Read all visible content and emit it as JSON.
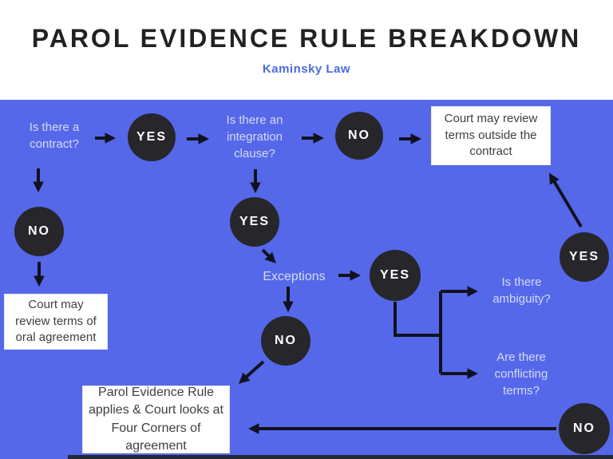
{
  "header": {
    "title": "PAROL EVIDENCE RULE BREAKDOWN",
    "subtitle": "Kaminsky Law"
  },
  "colors": {
    "background": "#5568ea",
    "header_bg": "#ffffff",
    "node": "#27272b",
    "node_text": "#ffffff",
    "question_text": "#d3dcf2",
    "box_bg": "#ffffff",
    "box_text": "#3f3f42",
    "arrow": "#12121e",
    "accent": "#4a6be0",
    "title": "#222222",
    "bottom_bar": "#232838"
  },
  "flowchart": {
    "questions": {
      "contract": "Is there a contract?",
      "integration": "Is there an integration clause?",
      "exceptions": "Exceptions",
      "ambiguity": "Is there ambiguity?",
      "conflicting": "Are there conflicting terms?"
    },
    "decisions": {
      "yes": "YES",
      "no": "NO"
    },
    "outcomes": {
      "outside": "Court may review terms outside the contract",
      "oral": "Court may review terms of oral agreement",
      "four_corners": "Parol Evidence Rule applies & Court looks at Four Corners of agreement"
    }
  }
}
